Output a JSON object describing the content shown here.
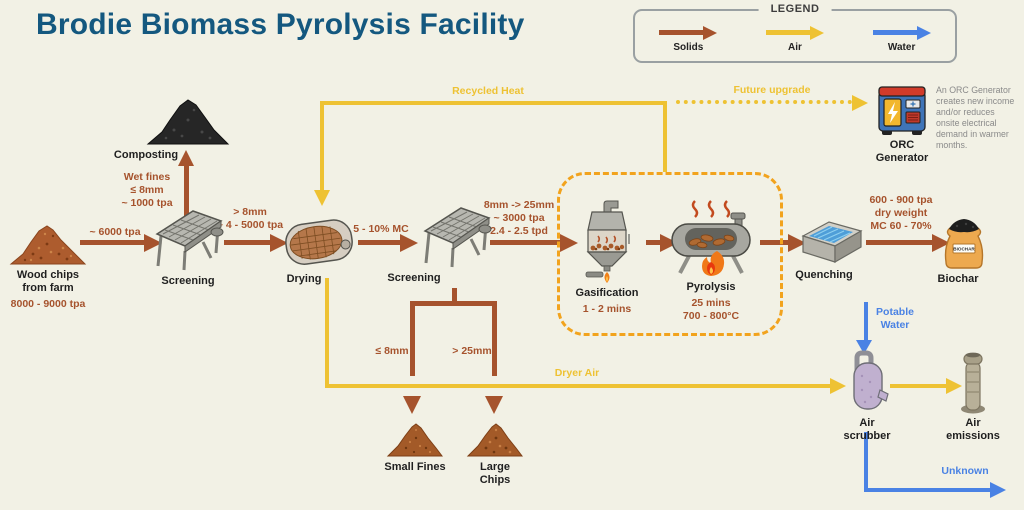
{
  "title": "Brodie Biomass Pyrolysis Facility",
  "colors": {
    "bg": "#f2f1e5",
    "title": "#14587f",
    "solids": "#a6532d",
    "air": "#eec233",
    "water": "#4a82e4",
    "upgrade_box": "#f2a31d",
    "node_label": "#1f1f1f",
    "note_text": "#8a8a8a",
    "legend_border": "#9aa0a2"
  },
  "legend": {
    "title": "LEGEND",
    "items": [
      {
        "label": "Solids",
        "color": "#a6532d"
      },
      {
        "label": "Air",
        "color": "#eec233"
      },
      {
        "label": "Water",
        "color": "#4a82e4"
      }
    ]
  },
  "nodes": {
    "wood_chips": {
      "label": "Wood chips\nfrom farm",
      "note": "8000 - 9000 tpa"
    },
    "screening1": {
      "label": "Screening"
    },
    "composting": {
      "label": "Composting"
    },
    "drying": {
      "label": "Drying"
    },
    "screening2": {
      "label": "Screening"
    },
    "gasification": {
      "label": "Gasification",
      "note": "1 - 2 mins"
    },
    "pyrolysis": {
      "label": "Pyrolysis",
      "note": "25 mins\n700 - 800°C"
    },
    "quenching": {
      "label": "Quenching"
    },
    "biochar": {
      "label": "Biochar",
      "bag_text": "BIOCHAR"
    },
    "orc_generator": {
      "label": "ORC\nGenerator",
      "note": "An ORC Generator creates new income and/or reduces onsite electrical demand in warmer months."
    },
    "air_scrubber": {
      "label": "Air scrubber"
    },
    "air_emissions": {
      "label": "Air emissions"
    },
    "small_fines": {
      "label": "Small Fines"
    },
    "large_chips": {
      "label": "Large Chips"
    }
  },
  "flows": {
    "to_screening": "~ 6000 tpa",
    "wet_fines": "Wet fines\n≤ 8mm\n~ 1000 tpa",
    "to_drying": "> 8mm\n~ 4 - 5000 tpa",
    "to_screening2": "5 - 10% MC",
    "to_gasification": "8mm -> 25mm\n~ 3000 tpa\n2.4 - 2.5 tpd",
    "to_biochar": "600 - 900 tpa\ndry weight\nMC 60 - 70%",
    "recycled_heat": "Recycled Heat",
    "future_upgrade": "Future upgrade",
    "dryer_air": "Dryer Air",
    "fines_branch": "≤ 8mm",
    "chips_branch": "> 25mm",
    "potable_water": "Potable\nWater",
    "unknown": "Unknown"
  }
}
